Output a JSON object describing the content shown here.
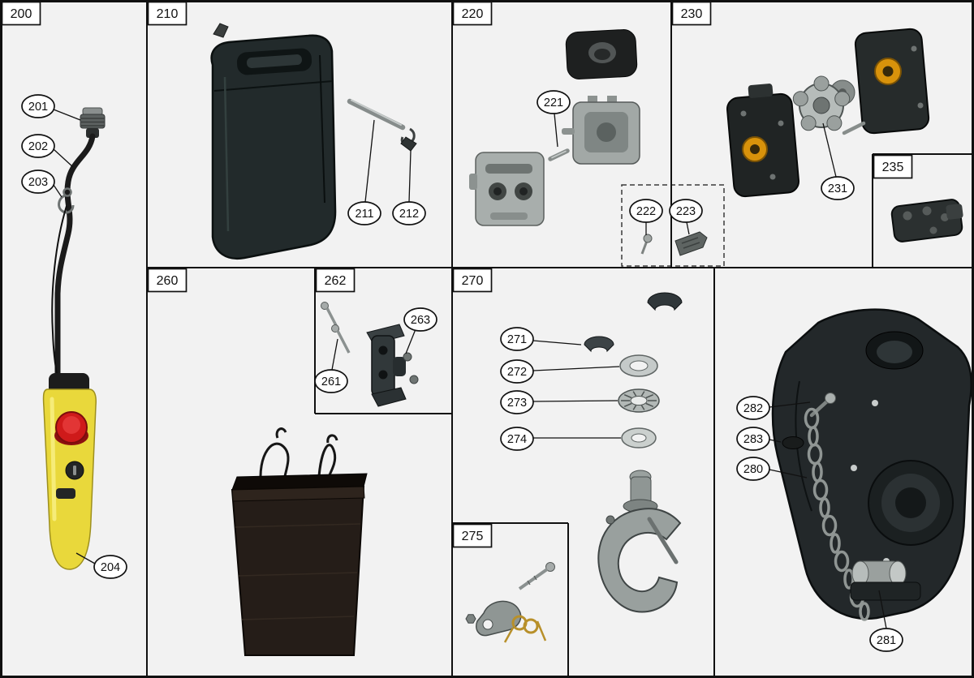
{
  "figure": {
    "type": "exploded-parts-diagram"
  },
  "sections": {
    "s200": {
      "id": "200",
      "callouts": {
        "c201": "201",
        "c202": "202",
        "c203": "203",
        "c204": "204"
      }
    },
    "s210": {
      "id": "210",
      "callouts": {
        "c211": "211",
        "c212": "212"
      }
    },
    "s220": {
      "id": "220",
      "callouts": {
        "c221": "221",
        "c222": "222",
        "c223": "223"
      }
    },
    "s230": {
      "id": "230",
      "callouts": {
        "c231": "231"
      }
    },
    "s235": {
      "id": "235"
    },
    "s260": {
      "id": "260"
    },
    "s262": {
      "id": "262",
      "callouts": {
        "c261": "261",
        "c263": "263"
      }
    },
    "s270": {
      "id": "270",
      "callouts": {
        "c271": "271",
        "c272": "272",
        "c273": "273",
        "c274": "274"
      }
    },
    "s275": {
      "id": "275"
    },
    "s280": {
      "id": "280",
      "callouts": {
        "c280": "280",
        "c281": "281",
        "c282": "282",
        "c283": "283"
      }
    }
  },
  "colors": {
    "background": "#f2f2f2",
    "line": "#101010",
    "pendant_yellow": "#e9d83b",
    "estop_red": "#cf1a1a",
    "bushing_orange": "#d8920b",
    "spring_gold": "#b8902a",
    "dark_part": "#23282a",
    "bucket_brown": "#251d18",
    "metal_gray": "#9aa09e"
  }
}
